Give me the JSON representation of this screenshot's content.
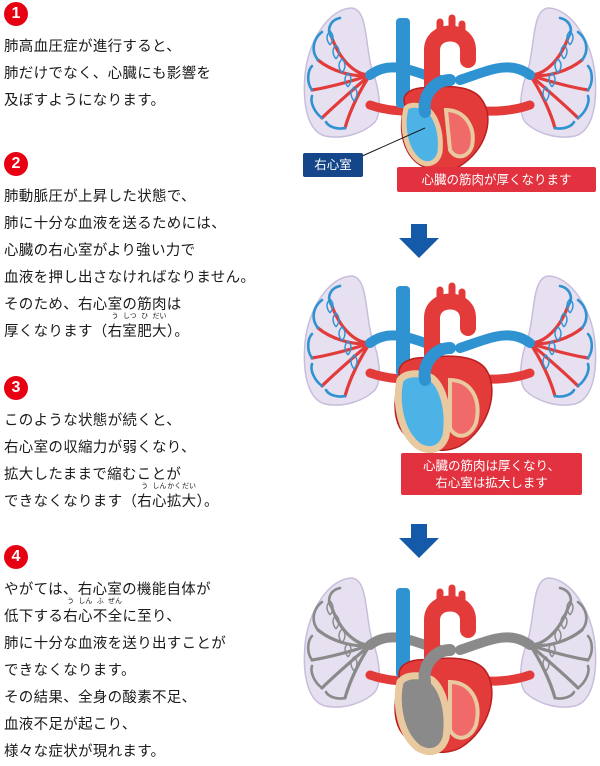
{
  "colors": {
    "badge": "#e60012",
    "label_red": "#e2323f",
    "label_blue": "#16468a",
    "arrow": "#145aa8",
    "artery_red": "#e33a3a",
    "vein_blue": "#2f93d2",
    "lung": "#e6e0f0",
    "right_ventricle_blue": "#4db3e6",
    "failing_gray": "#8a8a8a"
  },
  "steps": [
    {
      "number": "1",
      "lines": [
        [
          {
            "t": "肺高血圧症が進行すると、"
          }
        ],
        [
          {
            "t": "肺だけでなく、心臓にも影響を"
          }
        ],
        [
          {
            "t": "及ぼすようになります。"
          }
        ]
      ]
    },
    {
      "number": "2",
      "lines": [
        [
          {
            "t": "肺動脈圧が上昇した状態で、"
          }
        ],
        [
          {
            "t": "肺に十分な血液を送るためには、"
          }
        ],
        [
          {
            "t": "心臓の右心室がより強い力で"
          }
        ],
        [
          {
            "t": "血液を押し出さなければなりません。"
          }
        ],
        [
          {
            "t": "そのため、右心室の筋肉は"
          }
        ],
        [
          {
            "t": "厚くなります（"
          },
          {
            "t": "右",
            "r": "う"
          },
          {
            "t": "室",
            "r": "しつ"
          },
          {
            "t": "肥",
            "r": "ひ"
          },
          {
            "t": "大",
            "r": "だい"
          },
          {
            "t": "）。"
          }
        ]
      ]
    },
    {
      "number": "3",
      "lines": [
        [
          {
            "t": "このような状態が続くと、"
          }
        ],
        [
          {
            "t": "右心室の収縮力が弱くなり、"
          }
        ],
        [
          {
            "t": "拡大したままで縮むことが"
          }
        ],
        [
          {
            "t": "できなくなります（"
          },
          {
            "t": "右",
            "r": "う"
          },
          {
            "t": "心",
            "r": "しん"
          },
          {
            "t": "拡",
            "r": "かく"
          },
          {
            "t": "大",
            "r": "だい"
          },
          {
            "t": "）。"
          }
        ]
      ]
    },
    {
      "number": "4",
      "lines": [
        [
          {
            "t": "やがては、右心室の機能自体が"
          }
        ],
        [
          {
            "t": "低下する"
          },
          {
            "t": "右",
            "r": "う"
          },
          {
            "t": "心",
            "r": "しん"
          },
          {
            "t": "不",
            "r": "ふ"
          },
          {
            "t": "全",
            "r": "ぜん"
          },
          {
            "t": "に至り、"
          }
        ],
        [
          {
            "t": "肺に十分な血液を送り出すことが"
          }
        ],
        [
          {
            "t": "できなくなります。"
          }
        ],
        [
          {
            "t": "その結果、全身の酸素不足、"
          }
        ],
        [
          {
            "t": "血液不足が起こり、"
          }
        ],
        [
          {
            "t": "様々な症状が現れます。"
          }
        ]
      ]
    }
  ],
  "labels": {
    "right_ventricle": "右心室",
    "panel1_callout": "心臓の筋肉が厚くなります",
    "panel2_callout_line1": "心臓の筋肉は厚くなり、",
    "panel2_callout_line2": "右心室は拡大します"
  },
  "icons": {
    "arrow": "down-arrow-icon",
    "illustration": "heart-lungs-illustration"
  }
}
